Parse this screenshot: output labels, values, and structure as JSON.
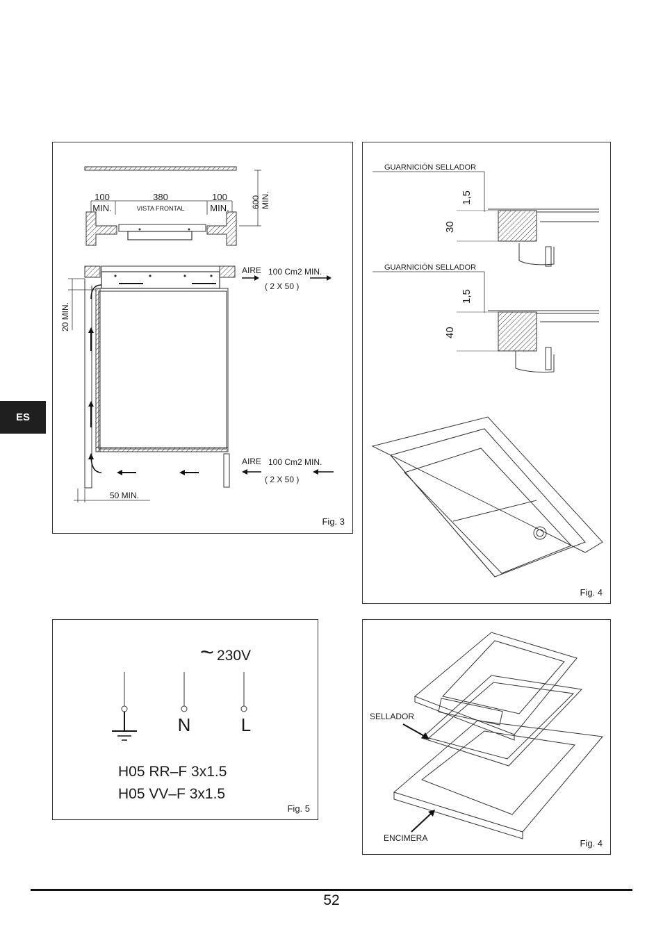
{
  "language_tab": "ES",
  "page_number": "52",
  "fig3": {
    "caption": "Fig. 3",
    "dim_left": "100",
    "dim_center": "380",
    "dim_right": "100",
    "min_label": "MIN.",
    "front_view": "VISTA FRONTAL",
    "dim_height": "600",
    "side_gap": "20  MIN.",
    "bottom_gap": "50  MIN.",
    "air_label": "AIRE",
    "air_area": "100 Cm2  MIN.",
    "air_split": "( 2 X 50 )"
  },
  "fig4_top": {
    "caption": "Fig. 4",
    "gasket_label": "GUARNICIÓN SELLADOR",
    "dim_gap": "1,5",
    "dim_thickness_1": "30",
    "dim_thickness_2": "40"
  },
  "fig5": {
    "caption": "Fig. 5",
    "tilde": "~",
    "voltage": "230V",
    "neutral": "N",
    "line": "L",
    "cable_1": "H05  RR–F  3x1.5",
    "cable_2": "H05  VV–F  3x1.5"
  },
  "fig4_bottom": {
    "caption": "Fig. 4",
    "sealer_label": "SELLADOR",
    "worktop_label": "ENCIMERA"
  }
}
